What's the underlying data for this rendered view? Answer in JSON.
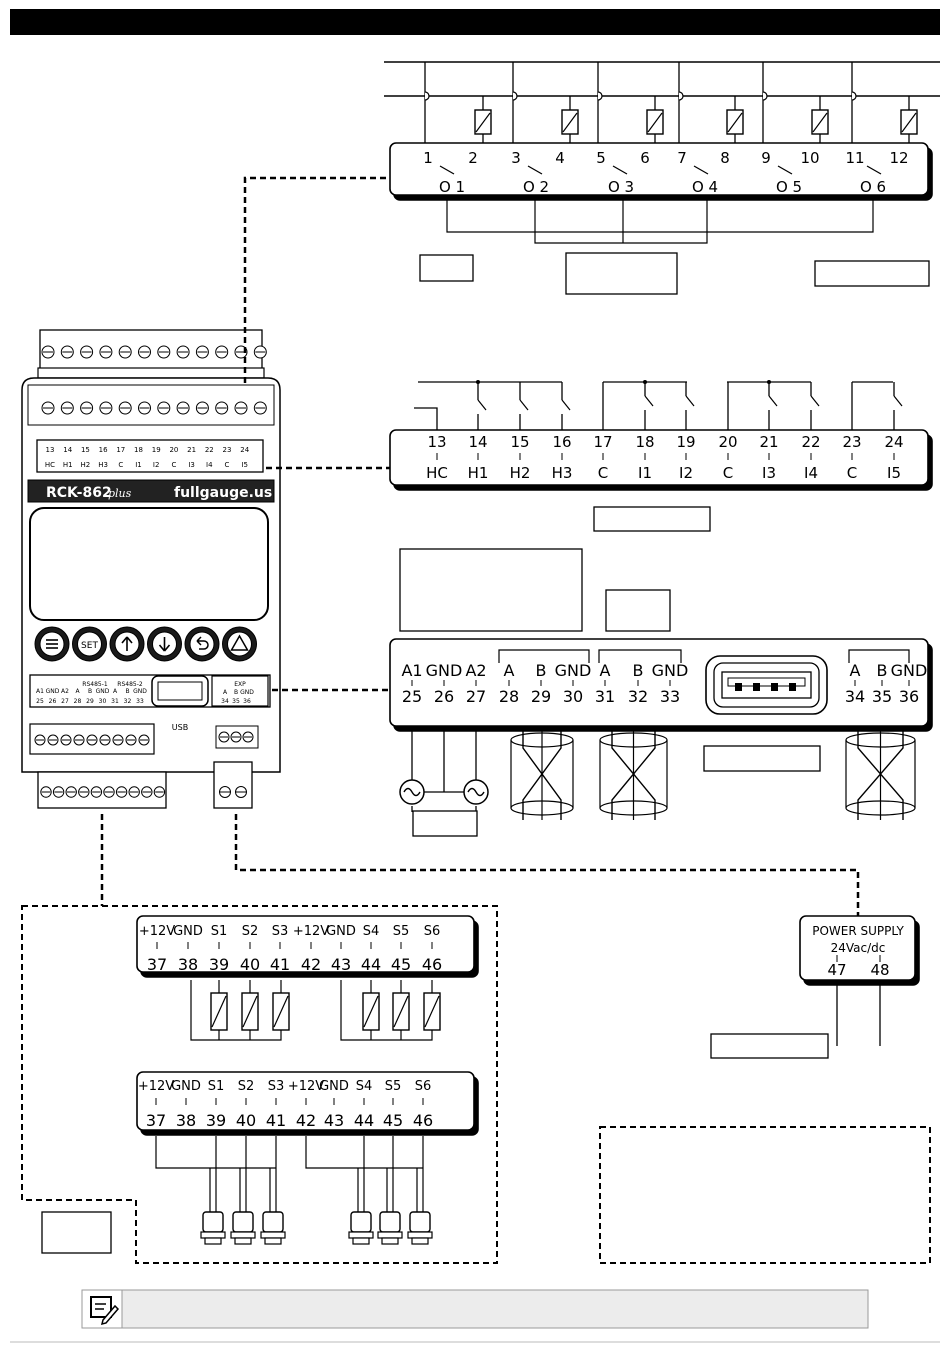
{
  "device": {
    "model": "RCK-862",
    "variant": "plus",
    "brand": "fullgauge.us",
    "usb_label": "USB",
    "button_labels": [
      "SET"
    ],
    "front_top_row_numbers": [
      "13",
      "14",
      "15",
      "16",
      "17",
      "18",
      "19",
      "20",
      "21",
      "22",
      "23",
      "24"
    ],
    "front_top_row_names": [
      "HC",
      "H1",
      "H2",
      "H3",
      "C",
      "I1",
      "I2",
      "C",
      "I3",
      "I4",
      "C",
      "I5"
    ],
    "front_bottom_numbers": [
      "25",
      "26",
      "27",
      "28",
      "29",
      "30",
      "31",
      "32",
      "33"
    ],
    "front_bottom_names": [
      "A1",
      "GND",
      "A2",
      "A",
      "B",
      "GND",
      "A",
      "B",
      "GND"
    ],
    "front_rs485_1": "RS485-1",
    "front_rs485_2": "RS485-2",
    "front_exp_numbers": [
      "34",
      "35",
      "36"
    ],
    "front_exp_names": [
      "A",
      "B",
      "GND"
    ],
    "front_exp_label": "EXP"
  },
  "outputs": {
    "terminals": [
      "1",
      "2",
      "3",
      "4",
      "5",
      "6",
      "7",
      "8",
      "9",
      "10",
      "11",
      "12"
    ],
    "groups": [
      "O1",
      "O2",
      "O3",
      "O4",
      "O5",
      "O6"
    ]
  },
  "inputs": {
    "terminals": [
      "13",
      "14",
      "15",
      "16",
      "17",
      "18",
      "19",
      "20",
      "21",
      "22",
      "23",
      "24"
    ],
    "names": [
      "HC",
      "H1",
      "H2",
      "H3",
      "C",
      "I1",
      "I2",
      "C",
      "I3",
      "I4",
      "C",
      "I5"
    ]
  },
  "comm": {
    "terminals": [
      "25",
      "26",
      "27",
      "28",
      "29",
      "30",
      "31",
      "32",
      "33"
    ],
    "names": [
      "A1",
      "GND",
      "A2",
      "A",
      "B",
      "GND",
      "A",
      "B",
      "GND"
    ],
    "exp_terminals": [
      "34",
      "35",
      "36"
    ],
    "exp_names": [
      "A",
      "B",
      "GND"
    ]
  },
  "sensors": {
    "terminals": [
      "37",
      "38",
      "39",
      "40",
      "41",
      "42",
      "43",
      "44",
      "45",
      "46"
    ],
    "names": [
      "+12V",
      "GND",
      "S1",
      "S2",
      "S3",
      "+12V",
      "GND",
      "S4",
      "S5",
      "S6"
    ]
  },
  "power": {
    "title": "POWER SUPPLY",
    "subtitle": "24Vac/dc",
    "terminals": [
      "47",
      "48"
    ]
  },
  "note": {
    "icon": "note-pencil-icon",
    "text": ""
  },
  "colors": {
    "ink": "#000000",
    "panel": "#ffffff",
    "note_bg": "#ececec",
    "device_body": "#ffffff"
  }
}
